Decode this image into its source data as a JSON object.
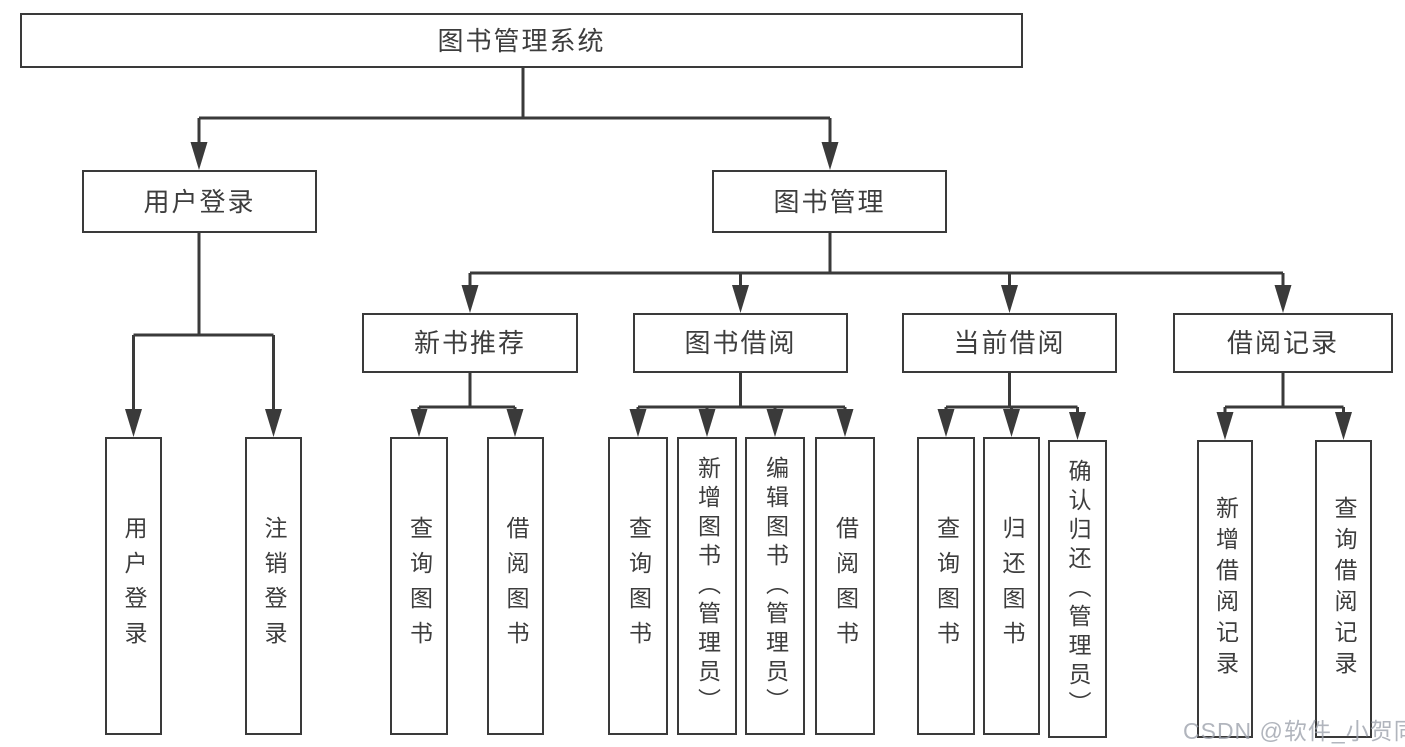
{
  "diagram": {
    "type": "hierarchy-tree",
    "colors": {
      "background": "#ffffff",
      "line": "#3a3a3a",
      "box_border": "#3a3a3a",
      "text": "#3d3d3d",
      "watermark_text": "#9ea3ad"
    },
    "tree": {
      "root": {
        "label": "图书管理系统",
        "children": [
          {
            "label": "用户登录",
            "children": [
              {
                "label": "用户登录"
              },
              {
                "label": "注销登录"
              }
            ]
          },
          {
            "label": "图书管理",
            "children": [
              {
                "label": "新书推荐",
                "children": [
                  {
                    "label": "查询图书"
                  },
                  {
                    "label": "借阅图书"
                  }
                ]
              },
              {
                "label": "图书借阅",
                "children": [
                  {
                    "label": "查询图书"
                  },
                  {
                    "label": "新增图书（管理员）"
                  },
                  {
                    "label": "编辑图书（管理员）"
                  },
                  {
                    "label": "借阅图书"
                  }
                ]
              },
              {
                "label": "当前借阅",
                "children": [
                  {
                    "label": "查询图书"
                  },
                  {
                    "label": "归还图书"
                  },
                  {
                    "label": "确认归还（管理员）"
                  }
                ]
              },
              {
                "label": "借阅记录",
                "children": [
                  {
                    "label": "新增借阅记录"
                  },
                  {
                    "label": "查询借阅记录"
                  }
                ]
              }
            ]
          }
        ]
      }
    },
    "watermark": "CSDN @软件_小贺同学"
  }
}
